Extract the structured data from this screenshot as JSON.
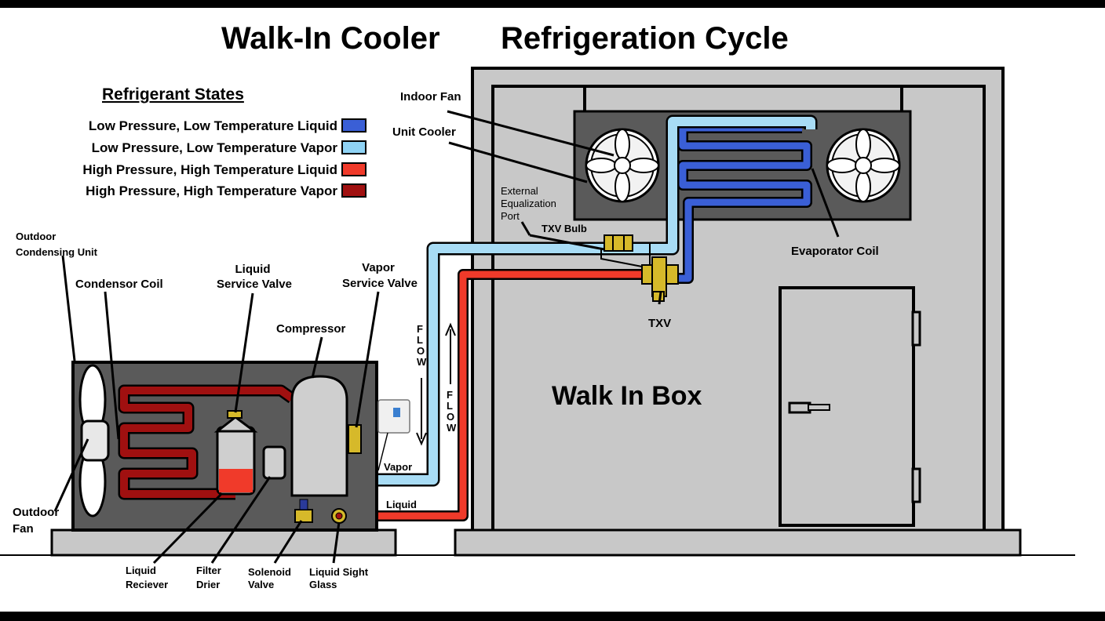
{
  "title": {
    "left": "Walk-In Cooler",
    "right": "Refrigeration Cycle"
  },
  "legend": {
    "heading": "Refrigerant States",
    "items": [
      {
        "label": "Low Pressure, Low Temperature Liquid",
        "color": "#3a5fd6"
      },
      {
        "label": "Low Pressure, Low Temperature Vapor",
        "color": "#8fd3f5"
      },
      {
        "label": "High Pressure, High Temperature Liquid",
        "color": "#f03a2a"
      },
      {
        "label": "High Pressure, High Temperature Vapor",
        "color": "#a01010"
      }
    ]
  },
  "labels": {
    "indoor_fan": "Indoor Fan",
    "unit_cooler": "Unit Cooler",
    "ext_eq_1": "External",
    "ext_eq_2": "Equalization",
    "ext_eq_3": "Port",
    "txv_bulb": "TXV Bulb",
    "evaporator_coil": "Evaporator Coil",
    "txv": "TXV",
    "walk_in_box": "Walk In Box",
    "outdoor_cu_1": "Outdoor",
    "outdoor_cu_2": "Condensing Unit",
    "condensor_coil": "Condensor Coil",
    "liquid_sv_1": "Liquid",
    "liquid_sv_2": "Service Valve",
    "vapor_sv_1": "Vapor",
    "vapor_sv_2": "Service Valve",
    "compressor": "Compressor",
    "flow": "FLOW",
    "vapor": "Vapor",
    "liquid": "Liquid",
    "outdoor_fan_1": "Outdoor",
    "outdoor_fan_2": "Fan",
    "liquid_receiver_1": "Liquid",
    "liquid_receiver_2": "Reciever",
    "filter_drier_1": "Filter",
    "filter_drier_2": "Drier",
    "solenoid_1": "Solenoid",
    "solenoid_2": "Valve",
    "sight_glass_1": "Liquid Sight",
    "sight_glass_2": "Glass"
  }
}
